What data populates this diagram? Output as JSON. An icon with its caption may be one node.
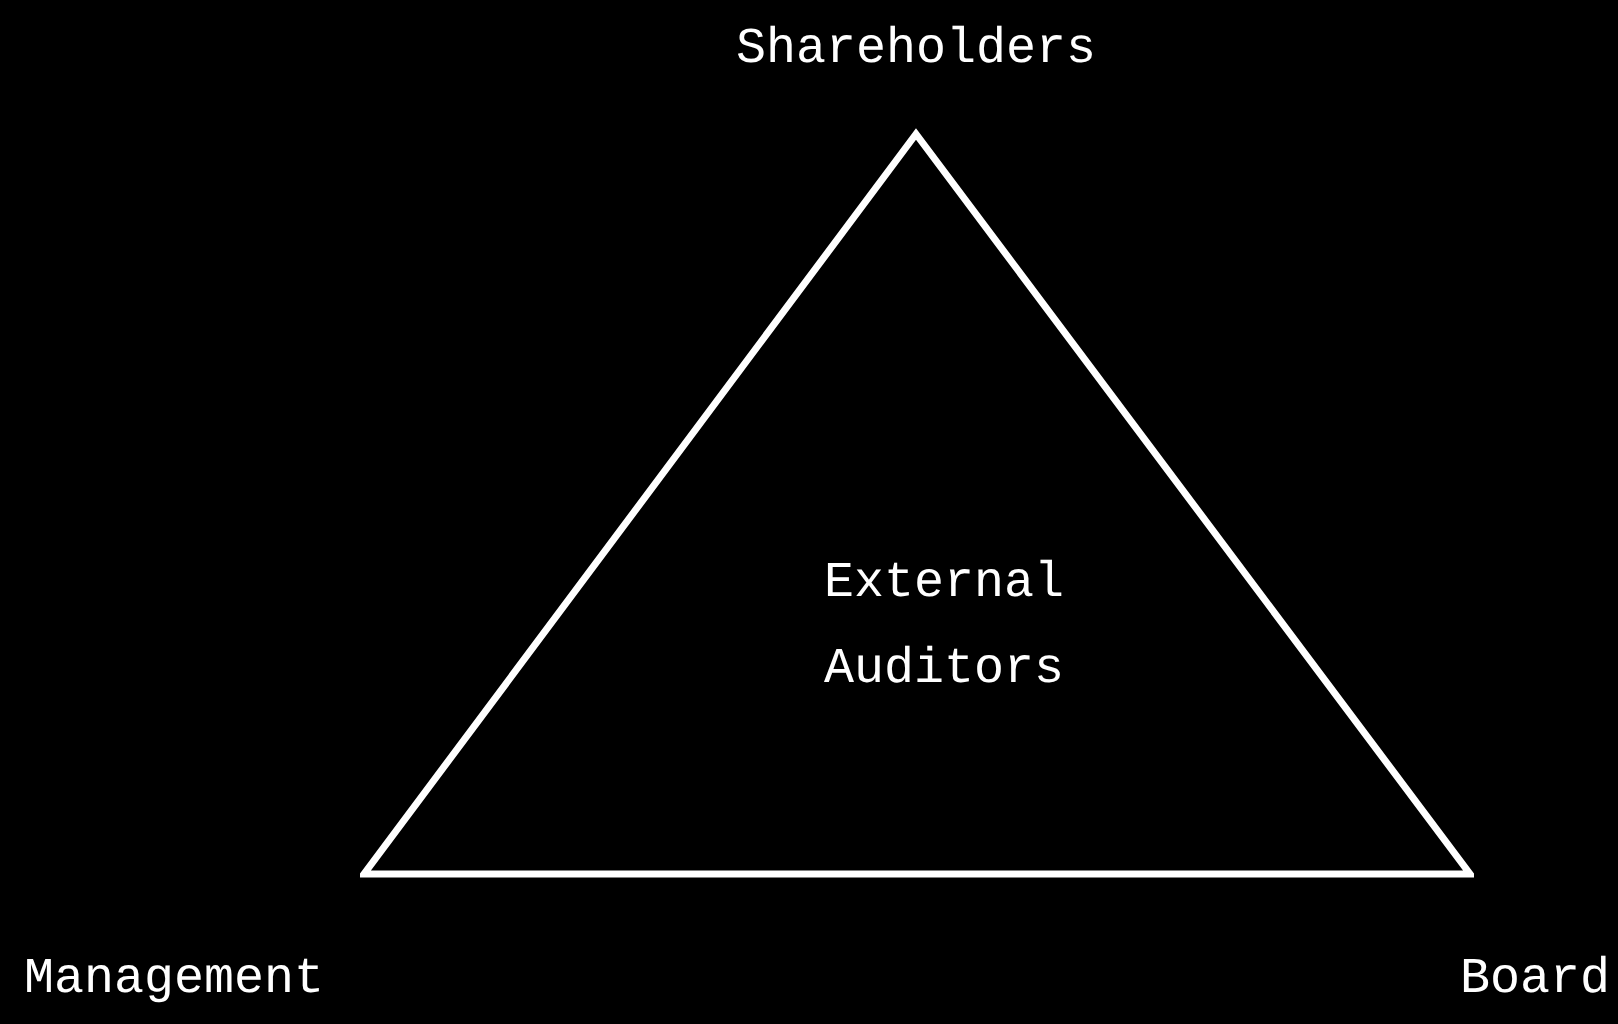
{
  "diagram": {
    "nodes": [
      {
        "text": [
          "External Auditors"
        ]
      }
    ],
    "labels": [
      "Shareholders",
      "Management",
      "Board"
    ]
  }
}
